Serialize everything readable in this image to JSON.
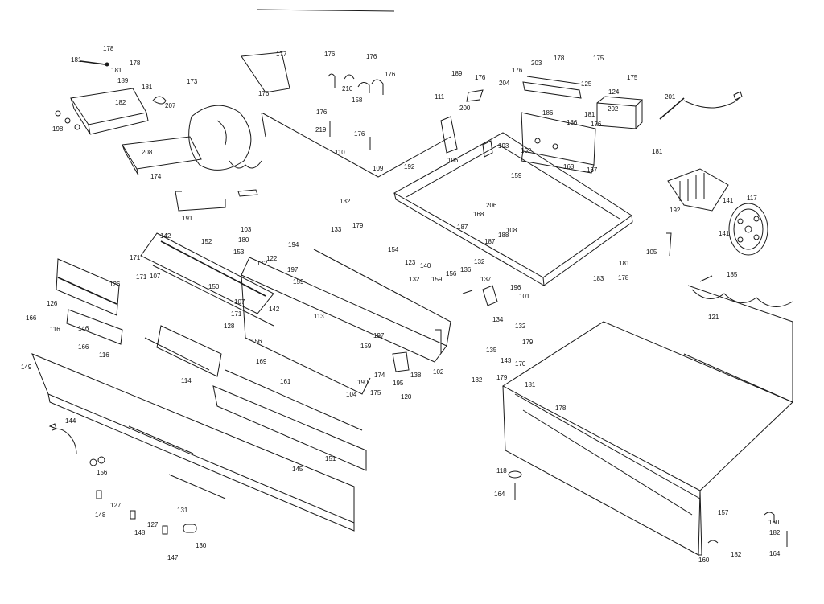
{
  "diagram": {
    "labels": [
      "178",
      "181",
      "181",
      "178",
      "189",
      "181",
      "173",
      "182",
      "207",
      "198",
      "208",
      "174",
      "191",
      "177",
      "176",
      "176",
      "176",
      "176",
      "176",
      "210",
      "110",
      "158",
      "219",
      "109",
      "192",
      "176",
      "189",
      "176",
      "111",
      "200",
      "106",
      "176",
      "203",
      "178",
      "175",
      "204",
      "125",
      "124",
      "202",
      "175",
      "201",
      "181",
      "186",
      "186",
      "176",
      "193",
      "162",
      "163",
      "167",
      "181",
      "159",
      "206",
      "168",
      "108",
      "187",
      "187",
      "188",
      "101",
      "192",
      "141",
      "117",
      "141",
      "105",
      "181",
      "183",
      "178",
      "132",
      "179",
      "133",
      "103",
      "180",
      "194",
      "142",
      "152",
      "171",
      "171",
      "107",
      "126",
      "153",
      "150",
      "172",
      "122",
      "197",
      "159",
      "107",
      "171",
      "128",
      "142",
      "113",
      "156",
      "197",
      "159",
      "190",
      "174",
      "175",
      "104",
      "169",
      "161",
      "195",
      "138",
      "120",
      "102",
      "154",
      "123",
      "140",
      "156",
      "132",
      "136",
      "137",
      "196",
      "159",
      "132",
      "134",
      "132",
      "135",
      "179",
      "143",
      "170",
      "132",
      "179",
      "185",
      "121",
      "181",
      "178",
      "118",
      "164",
      "157",
      "160",
      "182",
      "160",
      "182",
      "164",
      "166",
      "116",
      "146",
      "166",
      "116",
      "114",
      "149",
      "144",
      "156",
      "126",
      "151",
      "145",
      "148",
      "127",
      "148",
      "127",
      "131",
      "130",
      "147"
    ]
  }
}
